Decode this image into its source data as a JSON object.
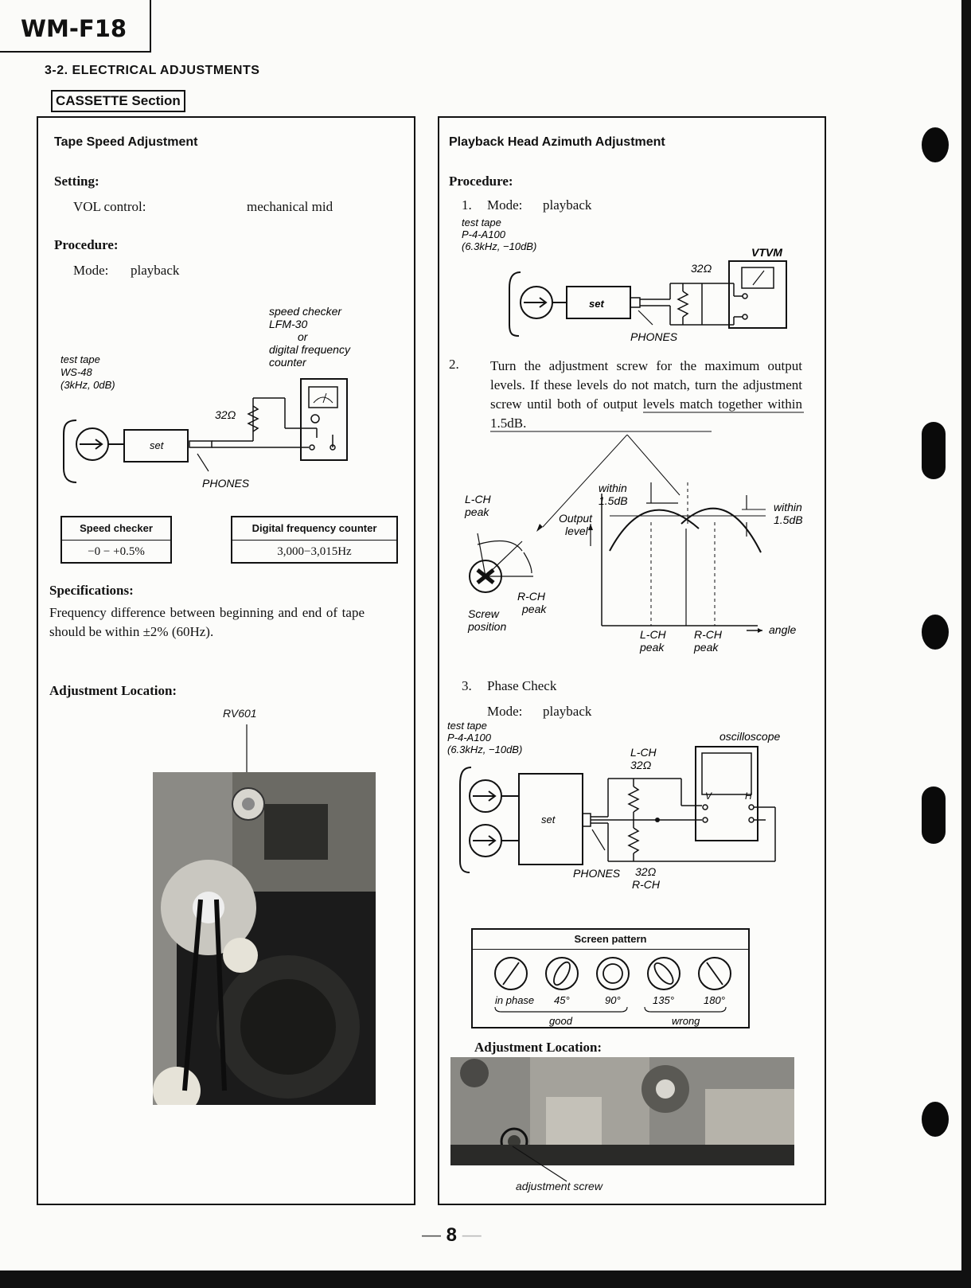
{
  "header": {
    "model": "WM-F18",
    "section_title": "3-2.  ELECTRICAL ADJUSTMENTS",
    "subsection": "CASSETTE Section"
  },
  "left_panel": {
    "title": "Tape Speed Adjustment",
    "setting_heading": "Setting:",
    "setting_label": "VOL control:",
    "setting_value": "mechanical mid",
    "procedure_heading": "Procedure:",
    "mode_label": "Mode:",
    "mode_value": "playback",
    "diagram": {
      "checker_line1": "speed checker",
      "checker_line2": "LFM-30",
      "checker_line3": "or",
      "checker_line4": "digital frequency",
      "checker_line5": "counter",
      "tape_line1": "test tape",
      "tape_line2": "WS-48",
      "tape_line3": "(3kHz, 0dB)",
      "resistor": "32Ω",
      "set_label": "set",
      "phones_label": "PHONES"
    },
    "table_speed": {
      "header": "Speed checker",
      "value": "−0 − +0.5%"
    },
    "table_freq": {
      "header": "Digital frequency counter",
      "value": "3,000−3,015Hz"
    },
    "specs_heading": "Specifications:",
    "specs_text": "Frequency difference between beginning and end of tape should be within ±2% (60Hz).",
    "adj_heading": "Adjustment Location:",
    "adj_label": "RV601"
  },
  "right_panel": {
    "title": "Playback Head Azimuth Adjustment",
    "procedure_heading": "Procedure:",
    "step1_num": "1.",
    "step1_mode": "Mode:",
    "step1_value": "playback",
    "diagram1": {
      "tape_line1": "test tape",
      "tape_line2": "P-4-A100",
      "tape_line3": "(6.3kHz, −10dB)",
      "vtvm": "VTVM",
      "resistor": "32Ω",
      "set_label": "set",
      "phones_label": "PHONES"
    },
    "step2_num": "2.",
    "step2_text": "Turn the adjustment screw for the maximum output levels. If these levels do not match, turn the adjustment screw until both of output levels match together within 1.5dB.",
    "diagram2": {
      "lch_peak_1": "L-CH",
      "lch_peak_2": "peak",
      "output_1": "Output",
      "output_2": "level",
      "within_left_1": "within",
      "within_left_2": "1.5dB",
      "within_right_1": "within",
      "within_right_2": "1.5dB",
      "rch_peak_1": "R-CH",
      "rch_peak_2": "peak",
      "screw_1": "Screw",
      "screw_2": "position",
      "axis_lch_1": "L-CH",
      "axis_lch_2": "peak",
      "axis_rch_1": "R-CH",
      "axis_rch_2": "peak",
      "angle": "angle"
    },
    "step3_num": "3.",
    "step3_title": "Phase Check",
    "step3_mode": "Mode:",
    "step3_value": "playback",
    "diagram3": {
      "tape_line1": "test tape",
      "tape_line2": "P-4-A100",
      "tape_line3": "(6.3kHz, −10dB)",
      "oscilloscope": "oscilloscope",
      "lch": "L-CH",
      "lch_res": "32Ω",
      "rch_res": "32Ω",
      "rch": "R-CH",
      "set_label": "set",
      "phones_label": "PHONES",
      "v_label": "V",
      "h_label": "H"
    },
    "screen_pattern": {
      "header": "Screen pattern",
      "labels": [
        "in phase",
        "45°",
        "90°",
        "135°",
        "180°"
      ],
      "good": "good",
      "wrong": "wrong"
    },
    "adj_heading": "Adjustment Location:",
    "adj_label": "adjustment screw"
  },
  "footer": {
    "page_number": "8"
  }
}
